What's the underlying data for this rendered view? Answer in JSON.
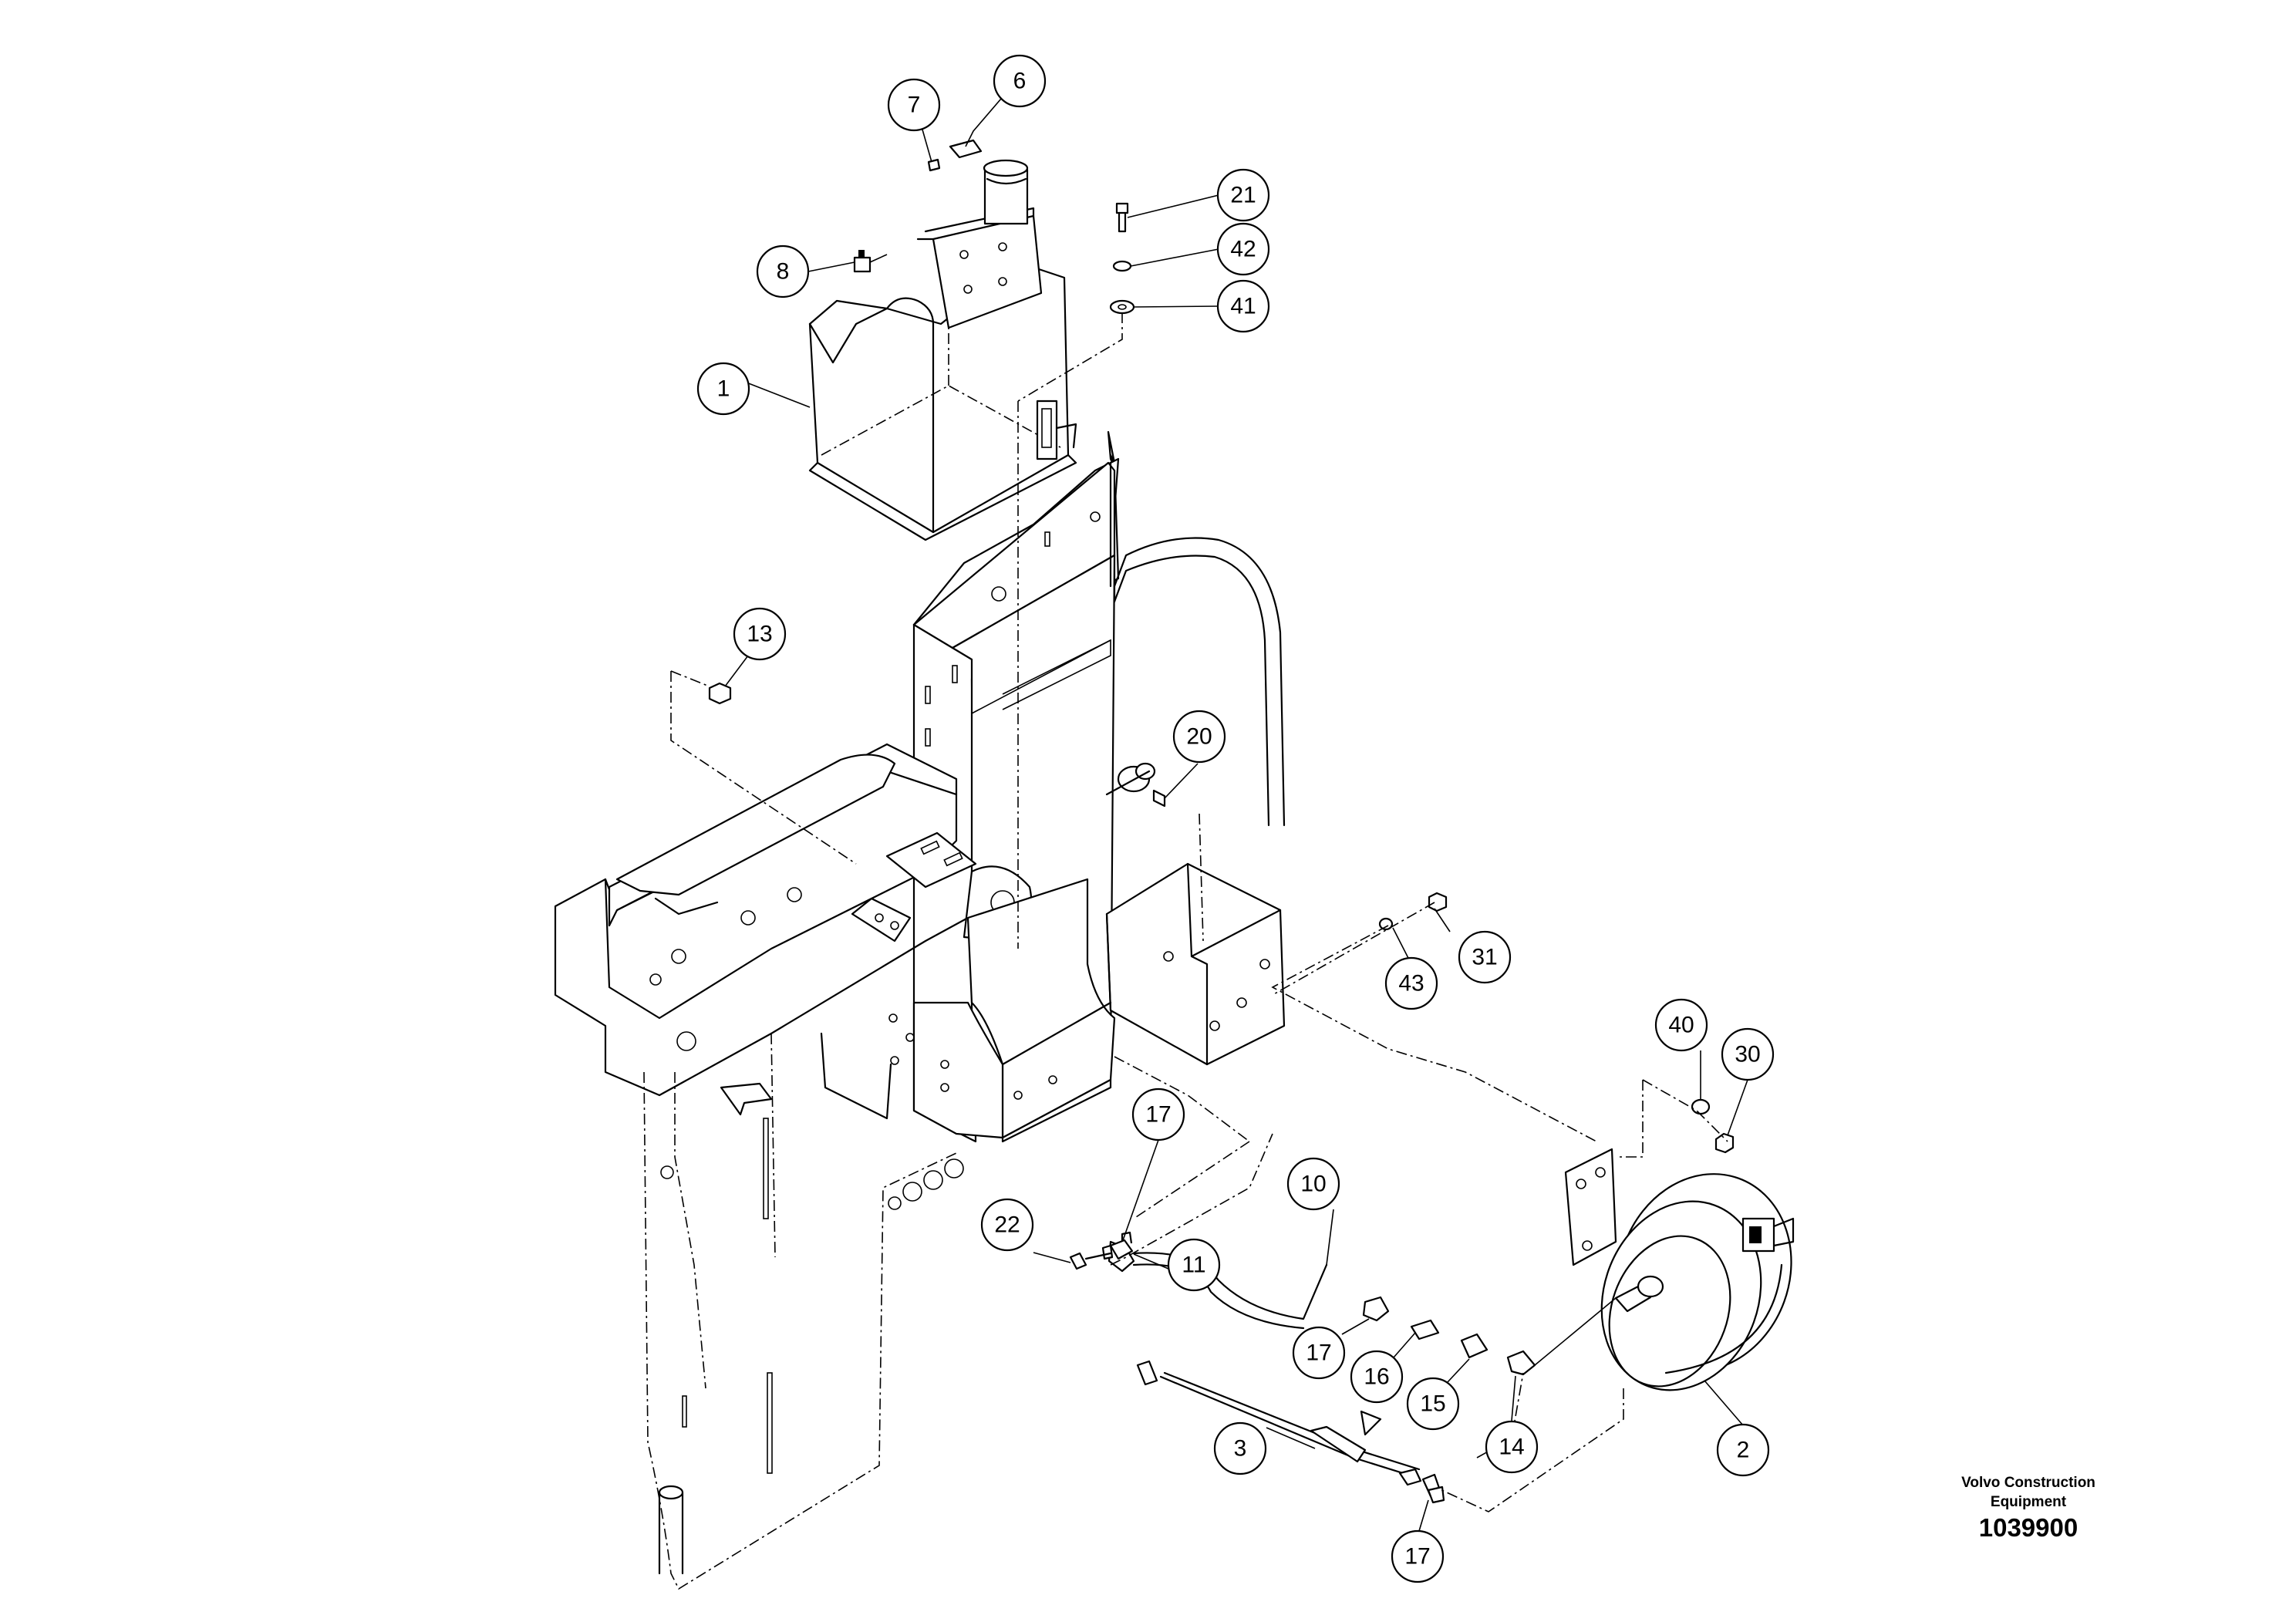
{
  "brand": {
    "line1": "Volvo Construction",
    "line2": "Equipment"
  },
  "drawing_number": "1039900",
  "callouts": [
    "1",
    "2",
    "3",
    "6",
    "7",
    "8",
    "10",
    "11",
    "13",
    "14",
    "15",
    "16",
    "17",
    "17",
    "17",
    "20",
    "21",
    "22",
    "30",
    "31",
    "40",
    "41",
    "42",
    "43"
  ]
}
